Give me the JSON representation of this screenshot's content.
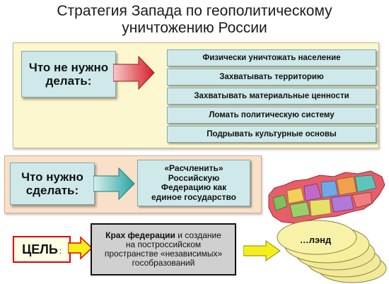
{
  "title": {
    "line1": "Стратегия Запада по геополитическому",
    "line2": "уничтожению России"
  },
  "dont": {
    "label_line1": "Что не нужно",
    "label_line2": "делать:",
    "items": [
      "Физически уничтожать население",
      "Захватывать территорию",
      "Захватывать материальные ценности",
      "Ломать политическую систему",
      "Подрывать культурные основы"
    ]
  },
  "do": {
    "label_line1": "Что нужно",
    "label_line2": "сделать:",
    "answer_lines": [
      "«Расчленить»",
      "Российскую",
      "Федерацию как",
      "единое государство"
    ]
  },
  "goal": {
    "label": "ЦЕЛЬ",
    "colon": ":",
    "text_bold": "Крах федерации",
    "text_rest1": " и создание",
    "text_line2": "на построссийском",
    "text_line3": "пространстве «независимых»",
    "text_line4": "гособразований"
  },
  "land": {
    "label": "…лэнд"
  },
  "colors": {
    "panel1_bg": "#fdf7cf",
    "panel2_bg": "#f9e0c8",
    "box_bg": "#cfe9ea",
    "red_arrow": "#d81e2a",
    "teal_arrow": "#2aa5a4",
    "yellow_arrow": "#f4ef1a",
    "goal_border": "#e00000",
    "land_fill": "#f2ea9a"
  }
}
